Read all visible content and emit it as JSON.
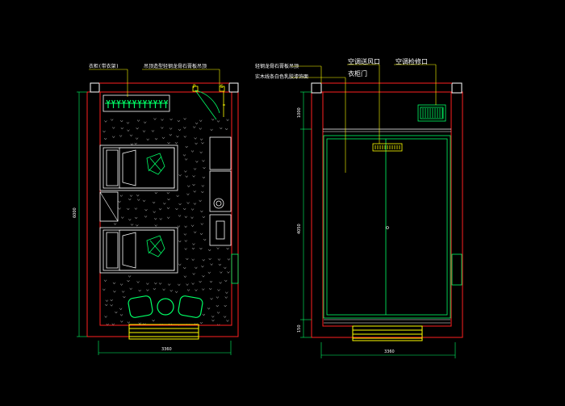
{
  "plan": {
    "label_wardrobe": "衣柜(带衣架)",
    "label_ceiling": "吊顶造型轻钢龙骨石膏板吊顶",
    "dim_width": "3360",
    "dim_height": "6000",
    "switch_letters": [
      "P",
      "S"
    ]
  },
  "elevation": {
    "label_ac_outlet": "空调送风口",
    "label_ac_inspect": "空调检修口",
    "label_wall_a": "轻钢龙骨石膏板吊顶",
    "label_wall_b": "实木线条白色乳胶漆饰面",
    "label_door": "衣柜门",
    "dim_width": "3360",
    "dim_top": "1000",
    "dim_mid": "4050",
    "dim_bottom": "150"
  },
  "colors": {
    "wall": "#ff2020",
    "furniture": "#ffffff",
    "green": "#00ff66",
    "yellow": "#ffff00",
    "dimension": "#00ff66",
    "hatch": "#c8c8c8"
  }
}
